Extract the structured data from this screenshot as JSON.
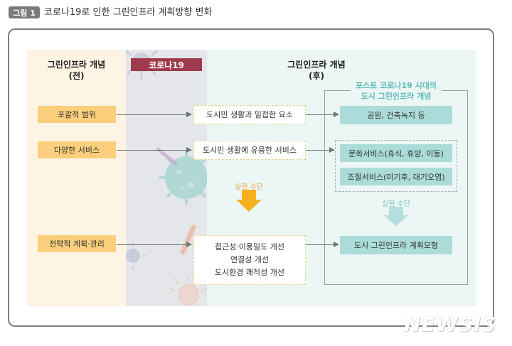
{
  "figure": {
    "badge": "그림 1",
    "title": "코로나19로 인한 그린인프라 계획방향 변화"
  },
  "columns": {
    "before": {
      "title_line1": "그린인프라 개념",
      "title_line2": "(전)"
    },
    "covid": {
      "label": "코로나19"
    },
    "after": {
      "title_line1": "그린인프라 개념",
      "title_line2": "(후)"
    }
  },
  "before_items": [
    {
      "label": "포괄적 범위"
    },
    {
      "label": "다양한 서비스"
    },
    {
      "label": "전략적 계획·관리"
    }
  ],
  "middle_items": [
    {
      "lines": [
        "도시민 생활과 밀접한 요소"
      ]
    },
    {
      "lines": [
        "도시민 생활에 유용한 서비스"
      ]
    },
    {
      "lines": [
        "접근성·이용밀도 개선",
        "연결성 개선",
        "도시환경 쾌적성 개선"
      ]
    }
  ],
  "post_covid": {
    "title_line1": "포스트 코로나19 시대의",
    "title_line2": "도시 그린인프라 개념",
    "items": [
      {
        "label": "공원, 건축녹지 등"
      },
      {
        "label": "문화서비스(휴식, 휴양, 이동)"
      },
      {
        "label": "조절서비스(미기후, 대기오염)"
      },
      {
        "label": "도시 그린인프라 계획모형"
      }
    ]
  },
  "means": {
    "middle_label": "실현 수단",
    "right_label": "실현 수단"
  },
  "watermark": "NEWSIS",
  "colors": {
    "before_bg": "#fdf4e3",
    "covid_bg": "#e5e6e9",
    "after_bg": "#ebf6f5",
    "orange_box": "#fbcf7b",
    "teal_box": "#abdcd9",
    "covid_badge": "#9d3a4b",
    "orange_arrow": "#f6b01e",
    "teal_arrow": "#b5dfdc",
    "post_title": "#5fbdb6"
  }
}
